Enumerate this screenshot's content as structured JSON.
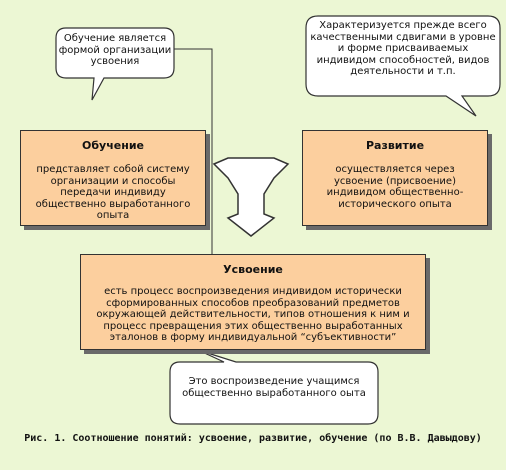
{
  "bubbles": {
    "top_left": "Обучение является формой организации усвоения",
    "top_right": "Характеризуется прежде всего качественными сдвигами в уровне и форме присваиваемых индивидом способностей, видов деятельности и т.п.",
    "bottom": "Это воспроизведение учащимся общественно выработанного оыта"
  },
  "boxes": {
    "learning": {
      "title": "Обучение",
      "body": "представляет собой систему организации и способы передачи индивиду общественно выработанного опыта"
    },
    "development": {
      "title": "Развитие",
      "body": "осуществляется через усвоение (присвоение) индивидом общественно-исторического опыта"
    },
    "assimilation": {
      "title": "Усвоение",
      "body": "есть процесс воспроизведения индивидом исторически сформированных способов преобразований предметов окружающей действительности, типов отношения к ним и процесс превращения этих общественно выработанных эталонов в форму индивидуальной “субъективности”"
    }
  },
  "caption": "Рис. 1. Соотношение понятий: усвоение, развитие, обучение (по В.В. Давыдову)"
}
